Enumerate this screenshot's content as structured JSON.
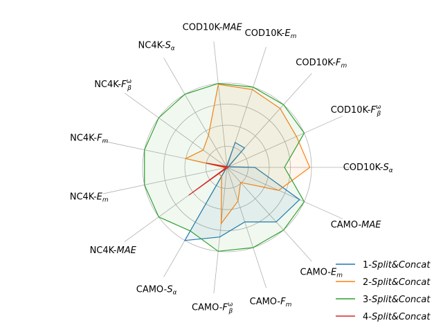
{
  "chart_data": {
    "type": "radar",
    "axes": [
      {
        "id": "cod10k_mae",
        "prefix": "COD10K-",
        "main": "MAE",
        "italic": true
      },
      {
        "id": "cod10k_em",
        "prefix": "COD10K-",
        "main": "E",
        "sub": "m"
      },
      {
        "id": "cod10k_fm",
        "prefix": "COD10K-",
        "main": "F",
        "sub": "m"
      },
      {
        "id": "cod10k_fbw",
        "prefix": "COD10K-",
        "main": "F",
        "sub": "β",
        "sup": "ω"
      },
      {
        "id": "cod10k_sa",
        "prefix": "COD10K-",
        "main": "S",
        "sub": "α"
      },
      {
        "id": "camo_mae",
        "prefix": "CAMO-",
        "main": "MAE",
        "italic": true
      },
      {
        "id": "camo_em",
        "prefix": "CAMO-",
        "main": "E",
        "sub": "m"
      },
      {
        "id": "camo_fm",
        "prefix": "CAMO-",
        "main": "F",
        "sub": "m"
      },
      {
        "id": "camo_fbw",
        "prefix": "CAMO-",
        "main": "F",
        "sub": "β",
        "sup": "ω"
      },
      {
        "id": "camo_sa",
        "prefix": "CAMO-",
        "main": "S",
        "sub": "α"
      },
      {
        "id": "nc4k_mae",
        "prefix": "NC4K-",
        "main": "MAE",
        "italic": true
      },
      {
        "id": "nc4k_em",
        "prefix": "NC4K-",
        "main": "E",
        "sub": "m"
      },
      {
        "id": "nc4k_fm",
        "prefix": "NC4K-",
        "main": "F",
        "sub": "m"
      },
      {
        "id": "nc4k_fbw",
        "prefix": "NC4K-",
        "main": "F",
        "sub": "β",
        "sup": "ω"
      },
      {
        "id": "nc4k_sa",
        "prefix": "NC4K-",
        "main": "S",
        "sub": "α"
      }
    ],
    "rlim": [
      0,
      1
    ],
    "grid_rings": [
      0.25,
      0.5,
      0.75,
      1.0
    ],
    "grid": true,
    "legend_position": "lower-right",
    "series": [
      {
        "name": "1-Split&Concat",
        "color": "#1f77b4",
        "values": [
          0.02,
          0.31,
          0.31,
          0.02,
          0.33,
          0.94,
          0.87,
          0.68,
          0.83,
          1.0,
          0.01,
          0.01,
          0.01,
          0.01,
          0.02
        ]
      },
      {
        "name": "2-Split&Concat",
        "color": "#ff7f0e",
        "values": [
          0.99,
          0.97,
          0.94,
          0.9,
          0.98,
          0.67,
          0.24,
          0.42,
          0.67,
          0.13,
          0.12,
          0.02,
          0.5,
          0.35,
          0.44
        ]
      },
      {
        "name": "3-Split&Concat",
        "color": "#2ca02c",
        "values": [
          1.0,
          1.0,
          1.0,
          1.0,
          0.68,
          1.0,
          1.0,
          1.0,
          1.0,
          0.87,
          1.0,
          1.0,
          1.0,
          1.0,
          1.0
        ]
      },
      {
        "name": "4-Split&Concat",
        "color": "#d62728",
        "values": [
          0.01,
          0.01,
          0.01,
          0.02,
          0.01,
          0.01,
          0.01,
          0.01,
          0.01,
          0.01,
          0.56,
          0.01,
          0.25,
          0.02,
          0.01
        ]
      }
    ]
  }
}
